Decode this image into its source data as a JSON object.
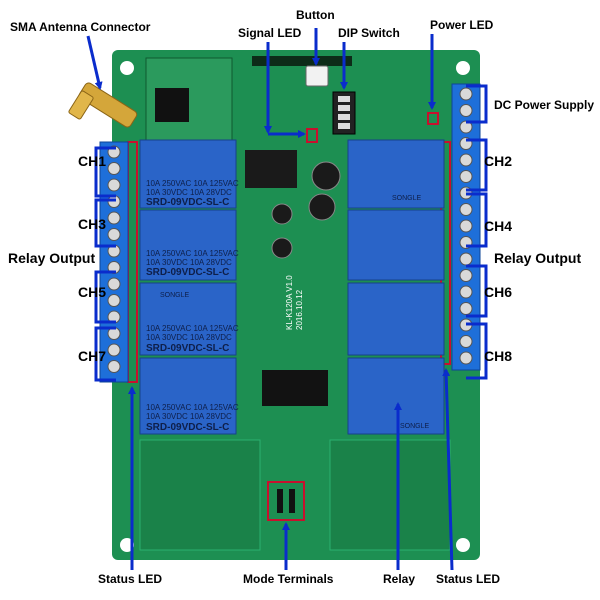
{
  "labels": {
    "sma_antenna": "SMA Antenna Connector",
    "signal_led": "Signal LED",
    "button": "Button",
    "dip_switch": "DIP Switch",
    "power_led": "Power LED",
    "dc_power_supply": "DC Power Supply",
    "relay_output_left": "Relay Output",
    "relay_output_right": "Relay Output",
    "ch1": "CH1",
    "ch2": "CH2",
    "ch3": "CH3",
    "ch4": "CH4",
    "ch5": "CH5",
    "ch6": "CH6",
    "ch7": "CH7",
    "ch8": "CH8",
    "status_led_left": "Status LED",
    "mode_terminals": "Mode Terminals",
    "relay": "Relay",
    "status_led_right": "Status LED"
  },
  "relay_text": {
    "brand": "SONGLE",
    "line1": "10A 250VAC  10A 125VAC",
    "line2": "10A 30VDC  10A 28VDC",
    "model": "SRD-09VDC-SL-C"
  },
  "board_text": {
    "model": "KL-K120A V1.0",
    "date": "2016.10.12"
  },
  "colors": {
    "pcb": "#1d8f52",
    "pcb_dark": "#156b3c",
    "relay": "#2a64c8",
    "terminal": "#1e6fd9",
    "annotation": "#0a2ccc",
    "marker": "#c8102e"
  }
}
